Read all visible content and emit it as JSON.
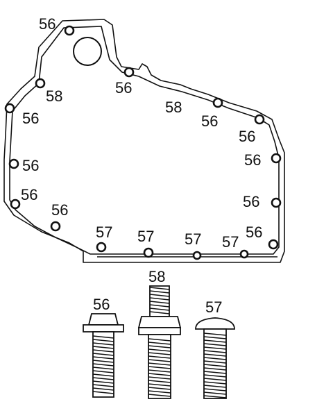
{
  "cover_labels": [
    {
      "id": "top-left",
      "text": "56"
    },
    {
      "id": "upper-left-58",
      "text": "58"
    },
    {
      "id": "top-mid",
      "text": "56"
    },
    {
      "id": "mid-58",
      "text": "58"
    },
    {
      "id": "upper-right-a",
      "text": "56"
    },
    {
      "id": "upper-right-b",
      "text": "56"
    },
    {
      "id": "left-1",
      "text": "56"
    },
    {
      "id": "left-2",
      "text": "56"
    },
    {
      "id": "left-3",
      "text": "56"
    },
    {
      "id": "bottom-left",
      "text": "56"
    },
    {
      "id": "right-1",
      "text": "56"
    },
    {
      "id": "right-2",
      "text": "56"
    },
    {
      "id": "right-3",
      "text": "56"
    },
    {
      "id": "bottom-57-a",
      "text": "57"
    },
    {
      "id": "bottom-57-b",
      "text": "57"
    },
    {
      "id": "bottom-57-c",
      "text": "57"
    },
    {
      "id": "bottom-57-d",
      "text": "57"
    }
  ],
  "bolts": [
    {
      "type": "flange-hex",
      "label": "56"
    },
    {
      "type": "stud-hex",
      "label": "58"
    },
    {
      "type": "round-head",
      "label": "57"
    }
  ]
}
